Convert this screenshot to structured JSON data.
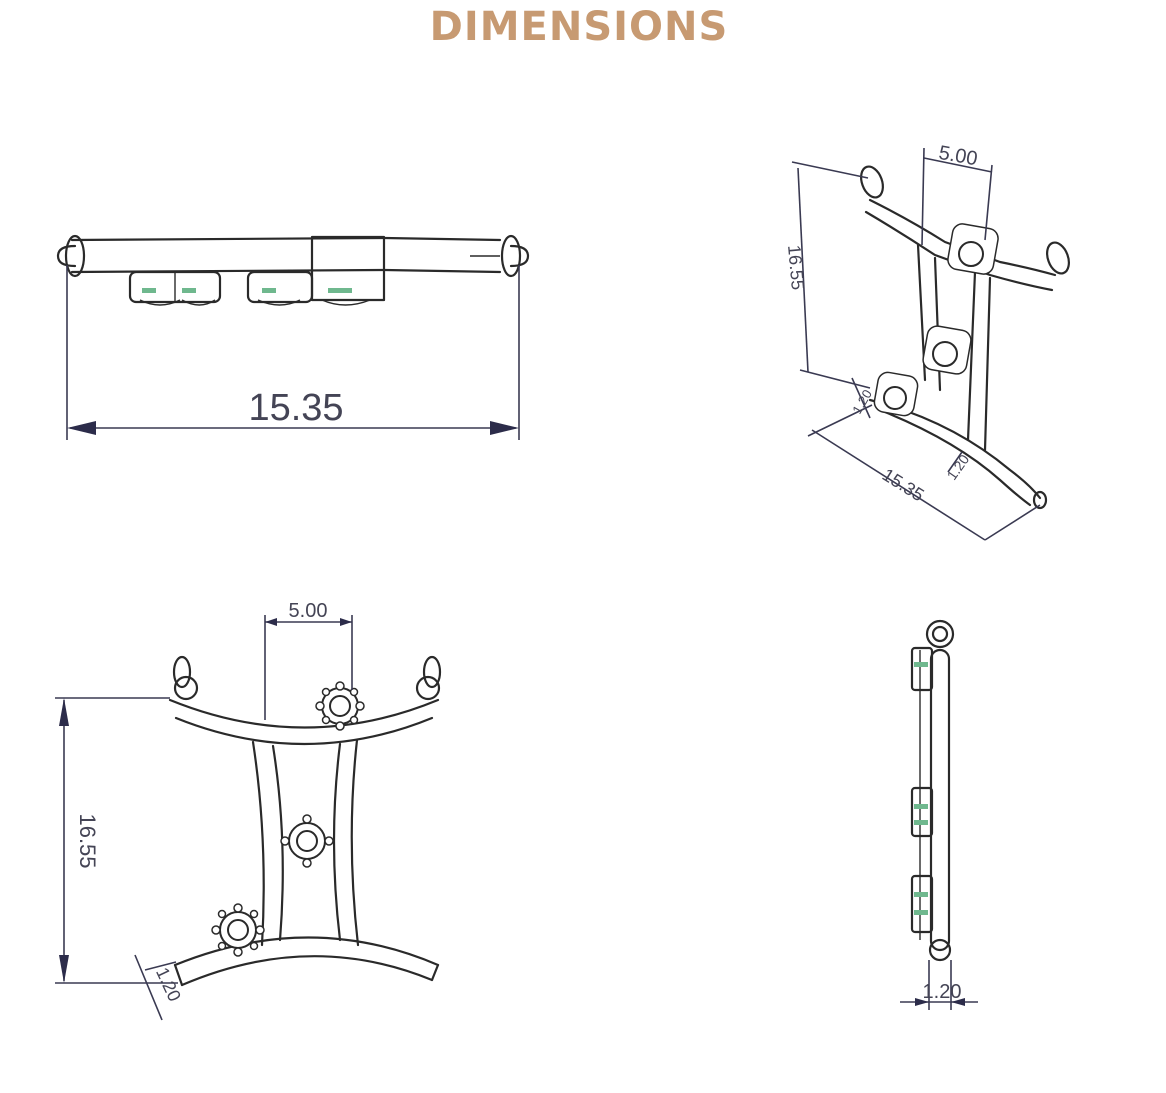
{
  "header": {
    "title": "DIMENSIONS"
  },
  "views": {
    "top": {
      "width_label": "15.35"
    },
    "isometric": {
      "gem_spacing_label": "5.00",
      "height_label": "16.55",
      "width_label": "15.35",
      "thickness_label": "1.20",
      "depth_label": "1.20"
    },
    "front": {
      "gem_spacing_label": "5.00",
      "height_label": "16.55",
      "wire_label": "1.20"
    },
    "side": {
      "thickness_label": "1.20"
    }
  },
  "colors": {
    "title": "#c79a72",
    "line": "#2a2a2a",
    "dimension": "#3a3a52",
    "gem_accent": "#6fb88e"
  }
}
